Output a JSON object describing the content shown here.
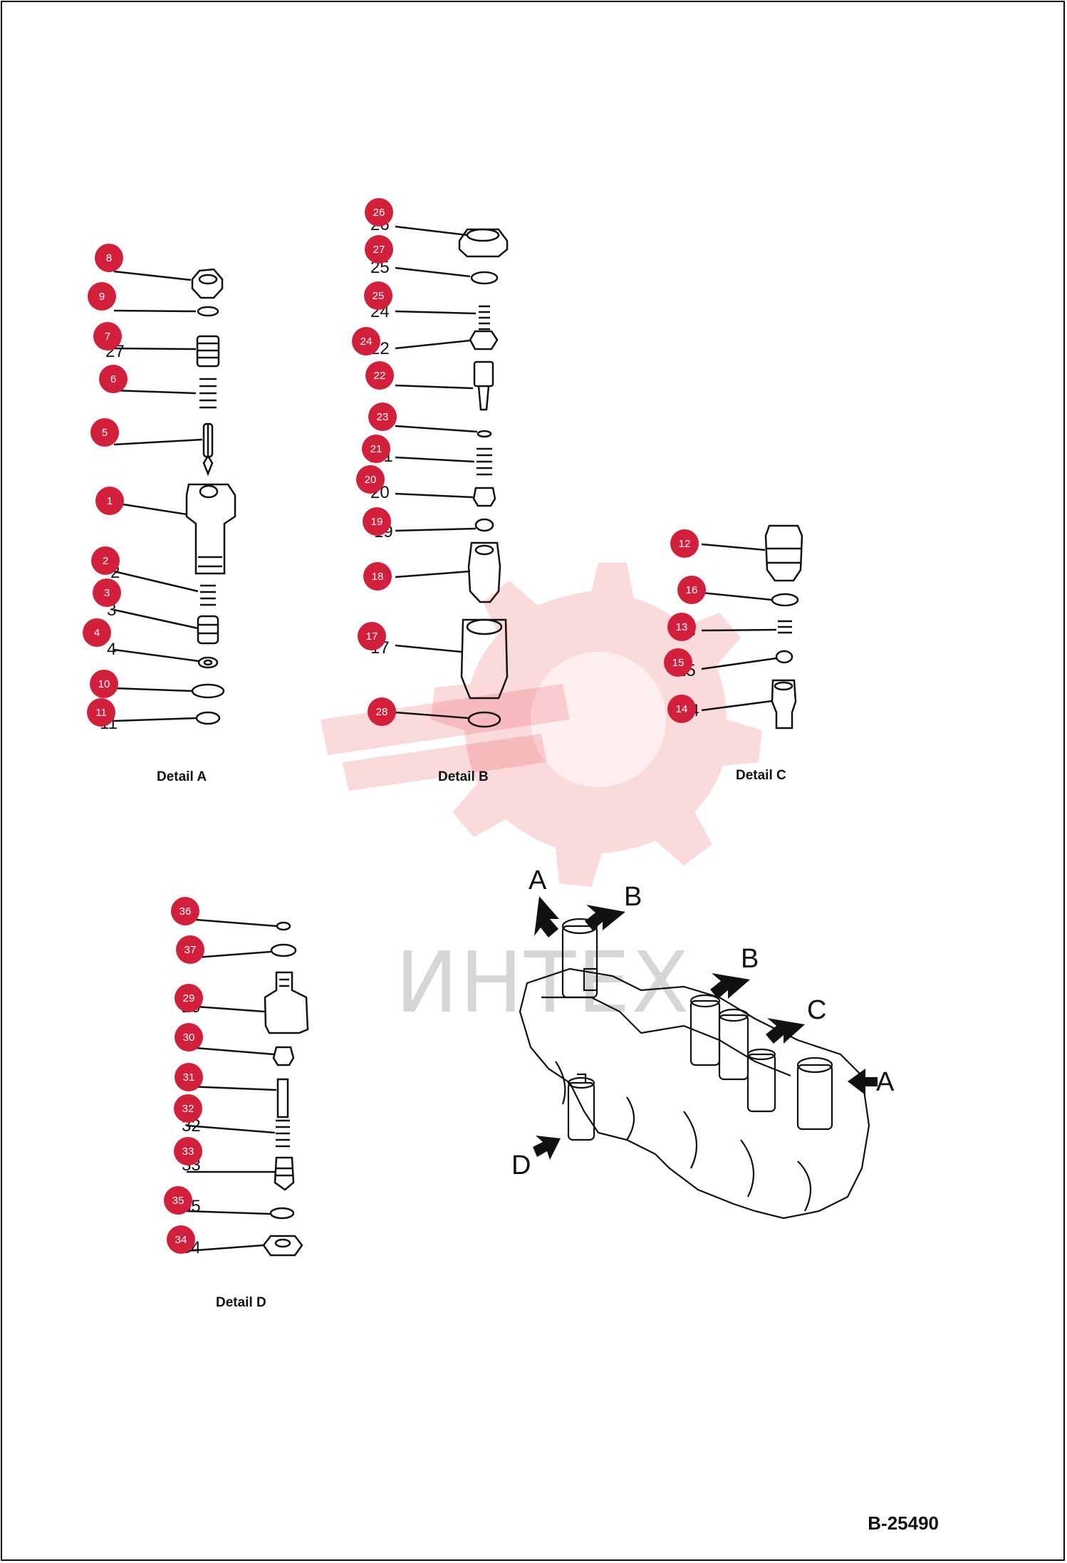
{
  "figure_number": "B-25490",
  "watermark": {
    "text": "ИНТЕХ",
    "color": "#e8323c"
  },
  "details": [
    {
      "label": "Detail A"
    },
    {
      "label": "Detail B"
    },
    {
      "label": "Detail C"
    },
    {
      "label": "Detail D"
    }
  ],
  "callout_color": "#d21f3c",
  "callouts": [
    "8",
    "9",
    "7",
    "6",
    "5",
    "1",
    "2",
    "3",
    "4",
    "10",
    "11",
    "26",
    "27",
    "25",
    "24",
    "22",
    "23",
    "21",
    "20",
    "19",
    "18",
    "17",
    "28",
    "12",
    "16",
    "13",
    "15",
    "14",
    "36",
    "37",
    "29",
    "30",
    "31",
    "32",
    "33",
    "35",
    "34"
  ],
  "plain_labels": [
    "27",
    "25",
    "24",
    "22",
    "20",
    "17",
    "3",
    "4",
    "11",
    "21",
    "19",
    "13",
    "15",
    "14",
    "29",
    "32",
    "33",
    "35",
    "34",
    "26",
    "2"
  ],
  "view_labels": [
    "A",
    "B",
    "B",
    "C",
    "A",
    "D"
  ]
}
